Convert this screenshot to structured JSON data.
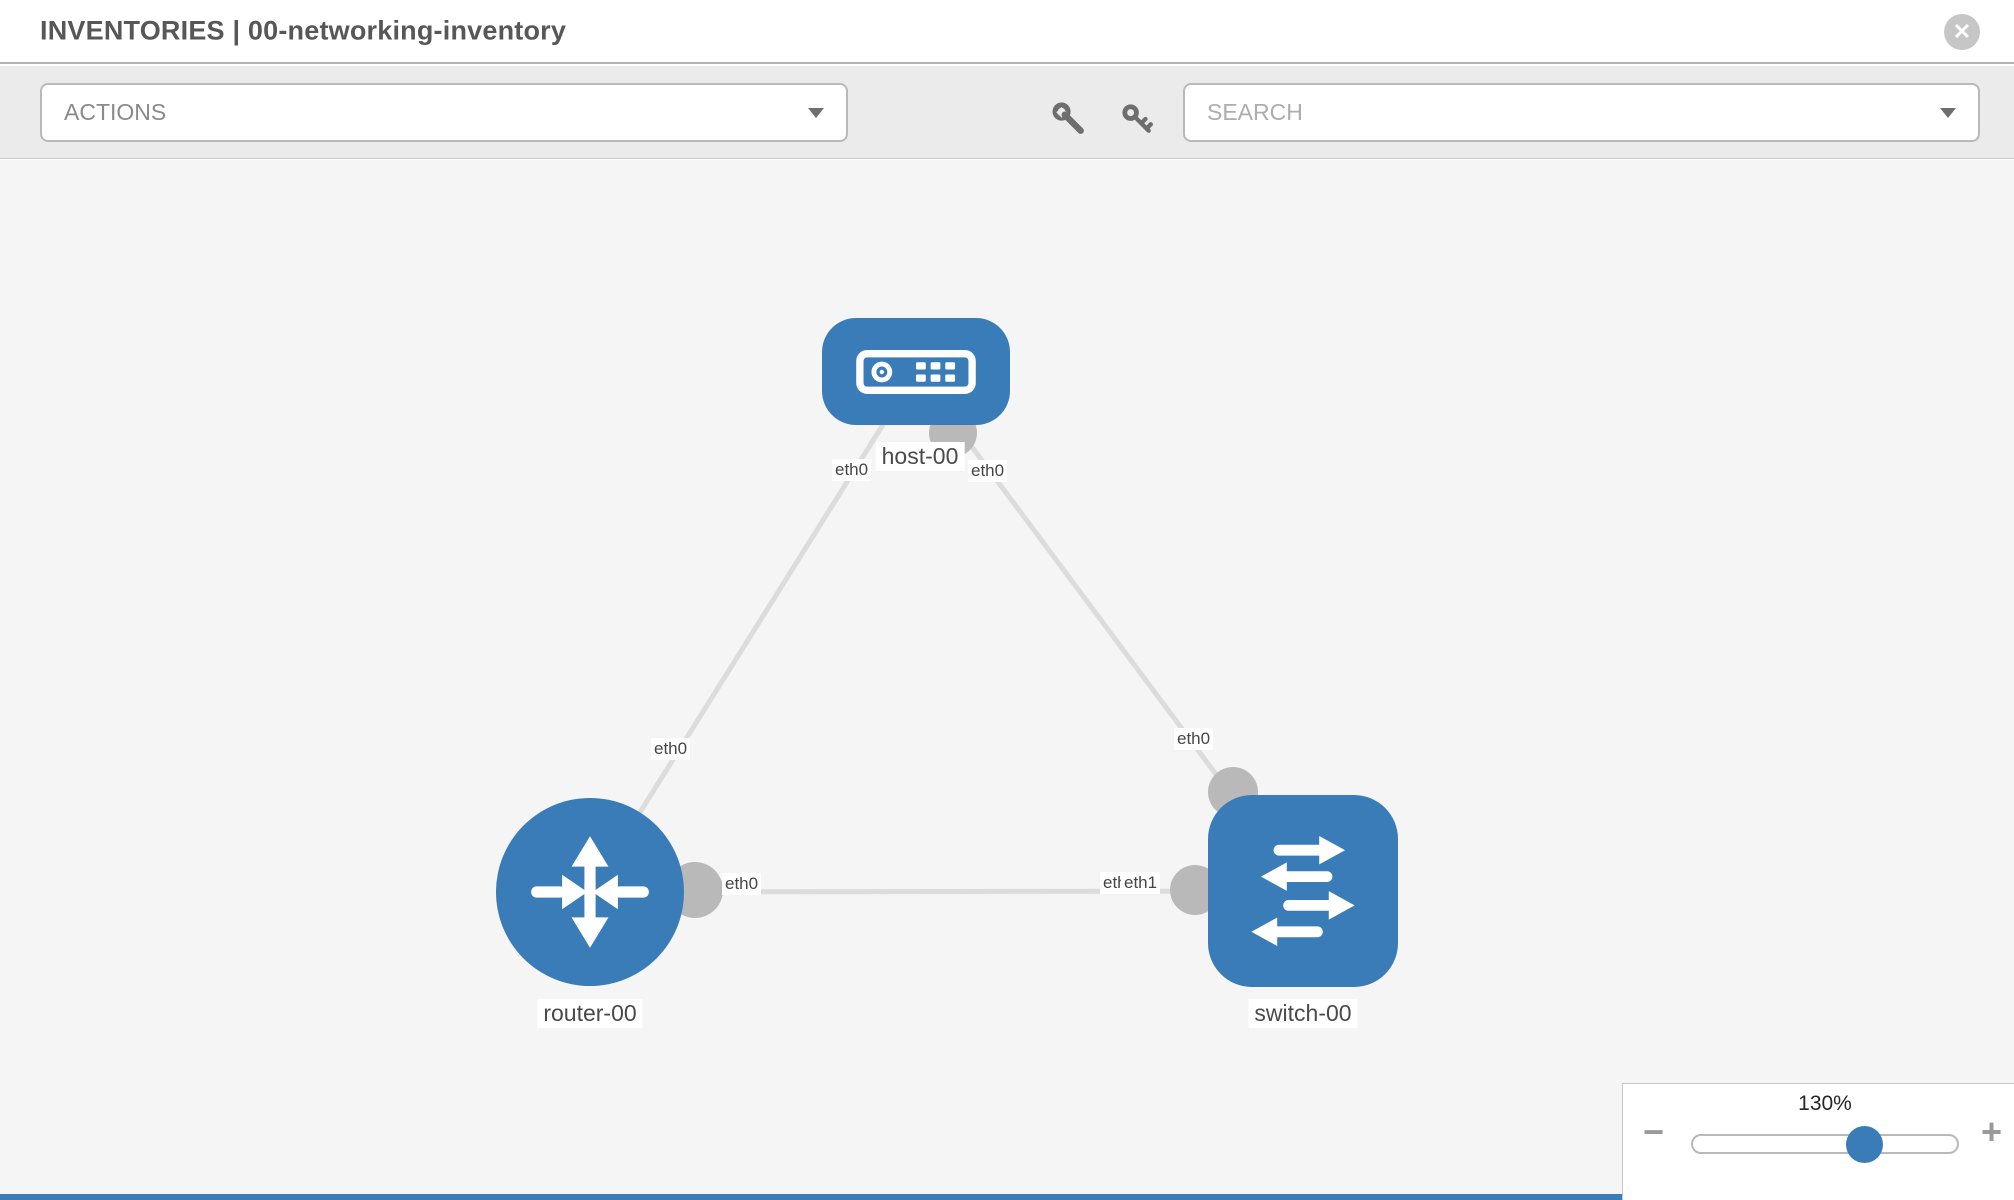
{
  "header": {
    "title_left": "INVENTORIES",
    "separator": "|",
    "title_right": "00-networking-inventory",
    "close_glyph": "✕"
  },
  "toolbar": {
    "actions_label": "ACTIONS",
    "search_placeholder": "SEARCH"
  },
  "topology": {
    "nodes": [
      {
        "id": "host-00",
        "type": "host",
        "label": "host-00"
      },
      {
        "id": "router-00",
        "type": "router",
        "label": "router-00"
      },
      {
        "id": "switch-00",
        "type": "switch",
        "label": "switch-00"
      }
    ],
    "links": [
      {
        "from": "host-00",
        "to": "router-00"
      },
      {
        "from": "host-00",
        "to": "switch-00"
      },
      {
        "from": "router-00",
        "to": "switch-00"
      }
    ],
    "interfaces": {
      "host_left": "eth0",
      "host_right": "eth0",
      "host_router_mid": "eth0",
      "router_side": "eth0",
      "switch_top": "eth0",
      "switch_under": "eth0",
      "switch_side": "eth1"
    }
  },
  "zoom_control": {
    "value": "130%",
    "minus": "−",
    "plus": "+"
  },
  "colors": {
    "node_blue": "#3a7cb8",
    "link_gray": "#dcdcdc",
    "iface_dot_gray": "#b9b9b9",
    "canvas_bg": "#f5f5f5",
    "toolbar_bg": "#ebebeb"
  }
}
